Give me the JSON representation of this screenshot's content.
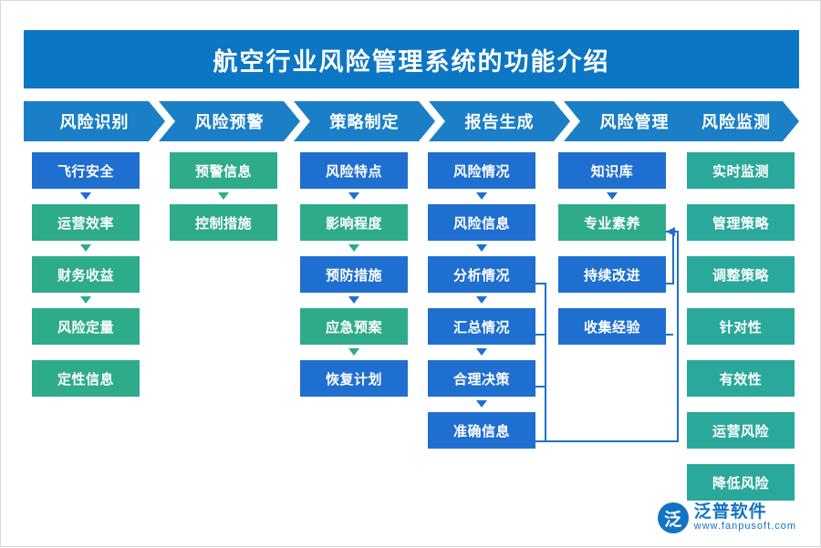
{
  "title": "航空行业风险管理系统的功能介绍",
  "colors": {
    "title_bar": "#0b76c4",
    "chevron": "#1a7fc6",
    "blue_node": "#1f6fd0",
    "green_node": "#2eab8a",
    "teal_node": "#2aa89b",
    "logo": "#1273c4"
  },
  "columns": [
    {
      "header": "风险识别",
      "nodes": [
        {
          "label": "飞行安全",
          "color": "blue",
          "arrow_below": true
        },
        {
          "label": "运营效率",
          "color": "green",
          "arrow_below": true
        },
        {
          "label": "财务收益",
          "color": "green",
          "arrow_below": true
        },
        {
          "label": "风险定量",
          "color": "green",
          "arrow_below": false
        },
        {
          "label": "定性信息",
          "color": "green",
          "arrow_below": false
        }
      ]
    },
    {
      "header": "风险预警",
      "nodes": [
        {
          "label": "预警信息",
          "color": "green",
          "arrow_below": true
        },
        {
          "label": "控制措施",
          "color": "green",
          "arrow_below": false
        }
      ]
    },
    {
      "header": "策略制定",
      "nodes": [
        {
          "label": "风险特点",
          "color": "blue",
          "arrow_below": true
        },
        {
          "label": "影响程度",
          "color": "green",
          "arrow_below": true
        },
        {
          "label": "预防措施",
          "color": "blue",
          "arrow_below": true
        },
        {
          "label": "应急预案",
          "color": "green",
          "arrow_below": true
        },
        {
          "label": "恢复计划",
          "color": "blue",
          "arrow_below": false
        }
      ]
    },
    {
      "header": "报告生成",
      "nodes": [
        {
          "label": "风险情况",
          "color": "blue",
          "arrow_below": true
        },
        {
          "label": "风险信息",
          "color": "blue",
          "arrow_below": true
        },
        {
          "label": "分析情况",
          "color": "blue",
          "arrow_below": true
        },
        {
          "label": "汇总情况",
          "color": "blue",
          "arrow_below": true
        },
        {
          "label": "合理决策",
          "color": "blue",
          "arrow_below": true
        },
        {
          "label": "准确信息",
          "color": "blue",
          "arrow_below": false
        }
      ]
    },
    {
      "header": "风险管理",
      "nodes": [
        {
          "label": "知识库",
          "color": "blue",
          "arrow_below": true
        },
        {
          "label": "专业素养",
          "color": "green",
          "arrow_below": false
        },
        {
          "label": "持续改进",
          "color": "blue",
          "arrow_below": false
        },
        {
          "label": "收集经验",
          "color": "blue",
          "arrow_below": false
        }
      ]
    },
    {
      "header": "风险监测",
      "nodes": [
        {
          "label": "实时监测",
          "color": "teal",
          "arrow_below": false
        },
        {
          "label": "管理策略",
          "color": "teal",
          "arrow_below": false
        },
        {
          "label": "调整策略",
          "color": "teal",
          "arrow_below": false
        },
        {
          "label": "针对性",
          "color": "teal",
          "arrow_below": false
        },
        {
          "label": "有效性",
          "color": "teal",
          "arrow_below": false
        },
        {
          "label": "运营风险",
          "color": "teal",
          "arrow_below": false
        },
        {
          "label": "降低风险",
          "color": "teal",
          "arrow_below": false
        }
      ]
    }
  ],
  "logo": {
    "mark": "泛",
    "cn": "泛普软件",
    "en": "www.fanpusoft.com"
  }
}
